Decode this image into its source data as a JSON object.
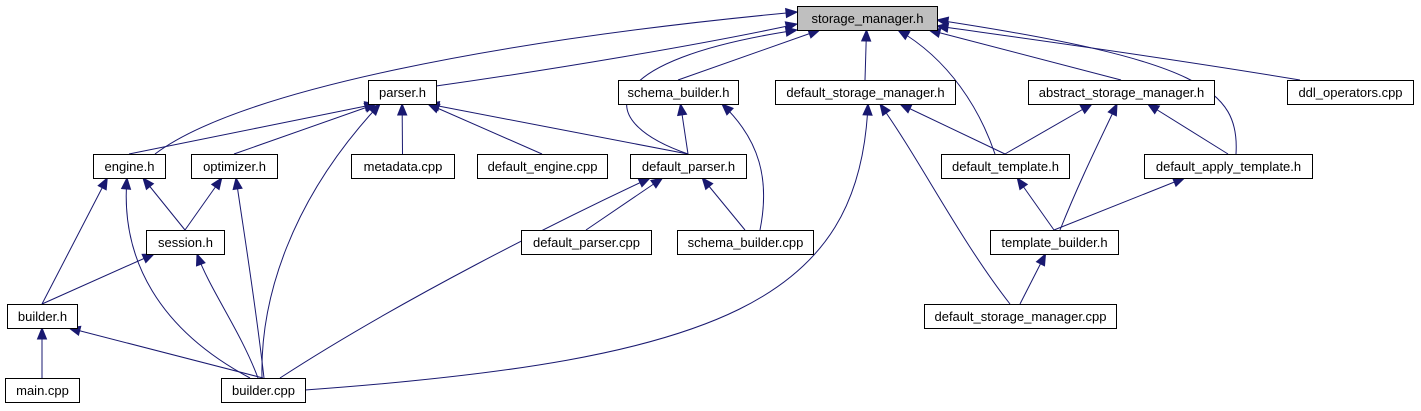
{
  "graph": {
    "nodes": [
      {
        "id": "storage_manager_h",
        "label": "storage_manager.h",
        "root": true
      },
      {
        "id": "parser_h",
        "label": "parser.h"
      },
      {
        "id": "schema_builder_h",
        "label": "schema_builder.h"
      },
      {
        "id": "default_storage_manager_h",
        "label": "default_storage_manager.h"
      },
      {
        "id": "abstract_storage_manager_h",
        "label": "abstract_storage_manager.h"
      },
      {
        "id": "ddl_operators_cpp",
        "label": "ddl_operators.cpp"
      },
      {
        "id": "engine_h",
        "label": "engine.h"
      },
      {
        "id": "optimizer_h",
        "label": "optimizer.h"
      },
      {
        "id": "metadata_cpp",
        "label": "metadata.cpp"
      },
      {
        "id": "default_engine_cpp",
        "label": "default_engine.cpp"
      },
      {
        "id": "default_parser_h",
        "label": "default_parser.h"
      },
      {
        "id": "default_template_h",
        "label": "default_template.h"
      },
      {
        "id": "default_apply_template_h",
        "label": "default_apply_template.h"
      },
      {
        "id": "session_h",
        "label": "session.h"
      },
      {
        "id": "default_parser_cpp",
        "label": "default_parser.cpp"
      },
      {
        "id": "schema_builder_cpp",
        "label": "schema_builder.cpp"
      },
      {
        "id": "template_builder_h",
        "label": "template_builder.h"
      },
      {
        "id": "builder_h",
        "label": "builder.h"
      },
      {
        "id": "default_storage_manager_cpp",
        "label": "default_storage_manager.cpp"
      },
      {
        "id": "main_cpp",
        "label": "main.cpp"
      },
      {
        "id": "builder_cpp",
        "label": "builder.cpp"
      }
    ],
    "edges": [
      {
        "from": "parser_h",
        "to": "storage_manager_h"
      },
      {
        "from": "schema_builder_h",
        "to": "storage_manager_h"
      },
      {
        "from": "default_storage_manager_h",
        "to": "storage_manager_h"
      },
      {
        "from": "abstract_storage_manager_h",
        "to": "storage_manager_h"
      },
      {
        "from": "ddl_operators_cpp",
        "to": "storage_manager_h"
      },
      {
        "from": "engine_h",
        "to": "storage_manager_h"
      },
      {
        "from": "default_parser_h",
        "to": "storage_manager_h"
      },
      {
        "from": "default_template_h",
        "to": "storage_manager_h"
      },
      {
        "from": "default_apply_template_h",
        "to": "storage_manager_h"
      },
      {
        "from": "engine_h",
        "to": "parser_h"
      },
      {
        "from": "optimizer_h",
        "to": "parser_h"
      },
      {
        "from": "metadata_cpp",
        "to": "parser_h"
      },
      {
        "from": "default_engine_cpp",
        "to": "parser_h"
      },
      {
        "from": "default_parser_h",
        "to": "parser_h"
      },
      {
        "from": "builder_cpp",
        "to": "parser_h"
      },
      {
        "from": "default_parser_h",
        "to": "schema_builder_h"
      },
      {
        "from": "schema_builder_cpp",
        "to": "schema_builder_h"
      },
      {
        "from": "default_template_h",
        "to": "default_storage_manager_h"
      },
      {
        "from": "default_storage_manager_cpp",
        "to": "default_storage_manager_h"
      },
      {
        "from": "builder_cpp",
        "to": "default_storage_manager_h"
      },
      {
        "from": "default_template_h",
        "to": "abstract_storage_manager_h"
      },
      {
        "from": "default_apply_template_h",
        "to": "abstract_storage_manager_h"
      },
      {
        "from": "template_builder_h",
        "to": "abstract_storage_manager_h"
      },
      {
        "from": "session_h",
        "to": "engine_h"
      },
      {
        "from": "builder_h",
        "to": "engine_h"
      },
      {
        "from": "builder_cpp",
        "to": "engine_h"
      },
      {
        "from": "session_h",
        "to": "optimizer_h"
      },
      {
        "from": "builder_cpp",
        "to": "optimizer_h"
      },
      {
        "from": "default_parser_cpp",
        "to": "default_parser_h"
      },
      {
        "from": "schema_builder_cpp",
        "to": "default_parser_h"
      },
      {
        "from": "builder_cpp",
        "to": "default_parser_h"
      },
      {
        "from": "template_builder_h",
        "to": "default_template_h"
      },
      {
        "from": "template_builder_h",
        "to": "default_apply_template_h"
      },
      {
        "from": "builder_h",
        "to": "session_h"
      },
      {
        "from": "builder_cpp",
        "to": "session_h"
      },
      {
        "from": "default_storage_manager_cpp",
        "to": "template_builder_h"
      },
      {
        "from": "main_cpp",
        "to": "builder_h"
      },
      {
        "from": "builder_cpp",
        "to": "builder_h"
      }
    ]
  }
}
